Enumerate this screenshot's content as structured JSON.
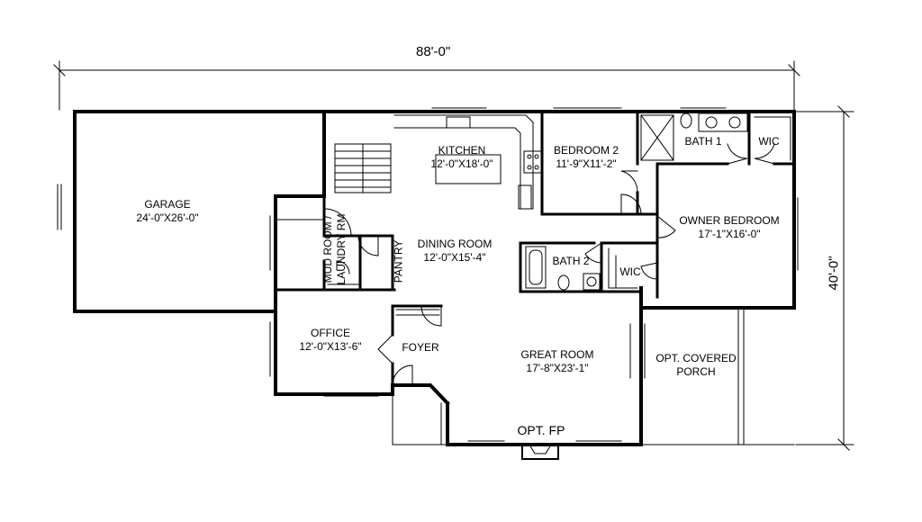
{
  "overall": {
    "width_dim": "88'-0\"",
    "depth_dim": "40'-0\""
  },
  "rooms": {
    "garage": {
      "name": "GARAGE",
      "size": "24'-0\"X26'-0\""
    },
    "kitchen": {
      "name": "KITCHEN",
      "size": "12'-0\"X18'-0\""
    },
    "bedroom2": {
      "name": "BEDROOM 2",
      "size": "11'-9\"X11'-2\""
    },
    "bath1": {
      "name": "BATH 1"
    },
    "wic1": {
      "name": "WIC"
    },
    "owner_bedroom": {
      "name": "OWNER BEDROOM",
      "size": "17'-1\"X16'-0\""
    },
    "mud_room": {
      "line1": "MUD ROOM /",
      "line2": "LAUNDRY RM"
    },
    "pantry": {
      "name": "PANTRY"
    },
    "dining_room": {
      "name": "DINING ROOM",
      "size": "12'-0\"X15'-4\""
    },
    "bath2": {
      "name": "BATH 2"
    },
    "wic2": {
      "name": "WIC"
    },
    "office": {
      "name": "OFFICE",
      "size": "12'-0\"X13'-6\""
    },
    "foyer": {
      "name": "FOYER"
    },
    "great_room": {
      "name": "GREAT ROOM",
      "size": "17'-8\"X23'-1\""
    },
    "porch": {
      "line1": "OPT. COVERED",
      "line2": "PORCH"
    },
    "fireplace": {
      "name": "OPT. FP"
    }
  }
}
